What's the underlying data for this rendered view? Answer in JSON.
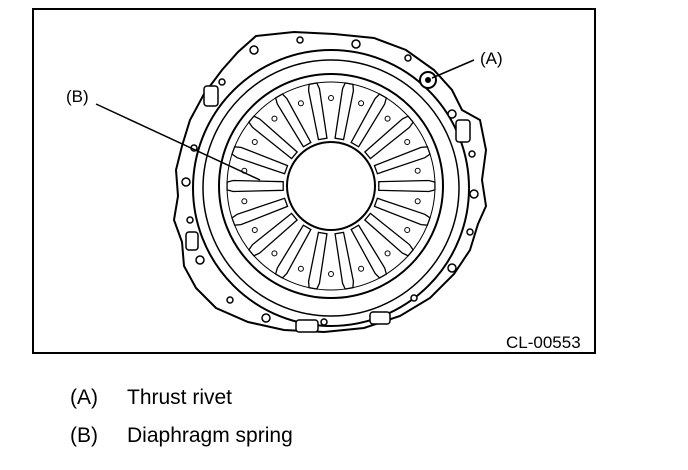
{
  "figure": {
    "callouts": [
      {
        "id": "A",
        "label": "(A)"
      },
      {
        "id": "B",
        "label": "(B)"
      }
    ],
    "figure_code": "CL-00553"
  },
  "legend": {
    "items": [
      {
        "key": "(A)",
        "text": "Thrust rivet"
      },
      {
        "key": "(B)",
        "text": "Diaphragm spring"
      }
    ]
  }
}
